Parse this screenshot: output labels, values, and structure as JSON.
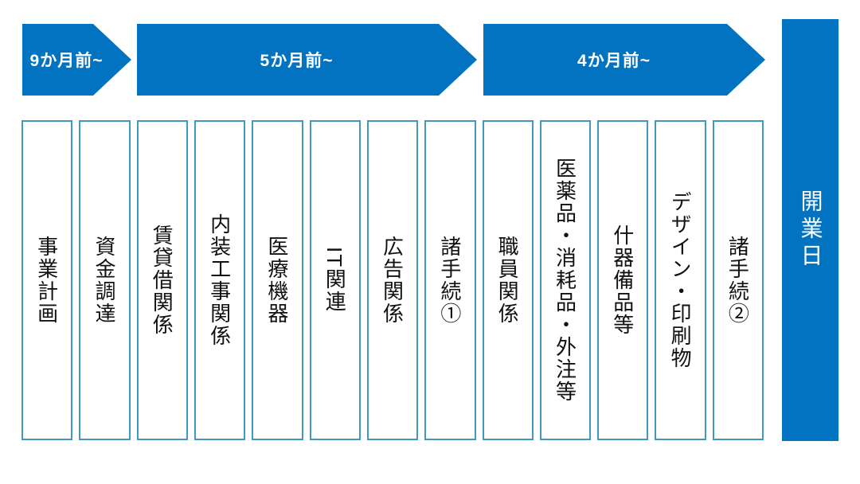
{
  "colors": {
    "primary_blue": "#0173C1",
    "column_border": "#4098BC",
    "task_text": "#111111",
    "background": "#FFFFFF",
    "arrow_text": "#FFFFFF"
  },
  "timeline": {
    "phases": [
      {
        "label": "9か月前~"
      },
      {
        "label": "5か月前~"
      },
      {
        "label": "4か月前~"
      }
    ],
    "end_marker": "開業日"
  },
  "tasks": [
    {
      "label": "事業計画"
    },
    {
      "label": "資金調達"
    },
    {
      "label": "賃貸借関係"
    },
    {
      "label": "内装工事関係"
    },
    {
      "label": "医療機器"
    },
    {
      "label": "IT関連"
    },
    {
      "label": "広告関係"
    },
    {
      "label": "諸手続①"
    },
    {
      "label": "職員関係"
    },
    {
      "label": "医薬品・消耗品・外注等"
    },
    {
      "label": "什器備品等"
    },
    {
      "label": "デザイン・印刷物"
    },
    {
      "label": "諸手続②"
    }
  ]
}
